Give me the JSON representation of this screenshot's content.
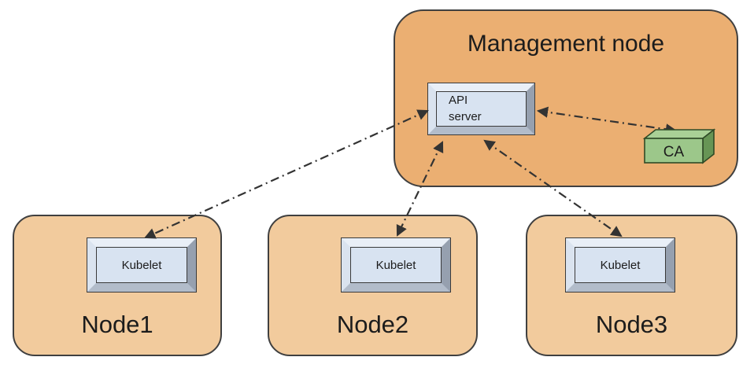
{
  "diagram": {
    "management_node": {
      "title": "Management node"
    },
    "api_server": {
      "label": "API\nserver"
    },
    "ca": {
      "label": "CA"
    },
    "nodes": [
      {
        "label": "Node1",
        "component": "Kubelet"
      },
      {
        "label": "Node2",
        "component": "Kubelet"
      },
      {
        "label": "Node3",
        "component": "Kubelet"
      }
    ],
    "connections": [
      {
        "from": "API server",
        "to": "Kubelet (Node1)",
        "style": "dash-dot",
        "bidirectional": true
      },
      {
        "from": "API server",
        "to": "Kubelet (Node2)",
        "style": "dash-dot",
        "bidirectional": true
      },
      {
        "from": "API server",
        "to": "Kubelet (Node3)",
        "style": "dash-dot",
        "bidirectional": true
      },
      {
        "from": "API server",
        "to": "CA",
        "style": "dash-dot",
        "bidirectional": true
      }
    ],
    "colors": {
      "background": "#FFFFFF",
      "management_fill": "#EBAF72",
      "worker_fill": "#F2CB9D",
      "outline": "#404040",
      "arrow": "#333333",
      "box_face": "#D8E3F1",
      "bevel_light": "#E9EFF7",
      "bevel_dark": "#96A0AF",
      "ca_front": "#9CC78A",
      "ca_top": "#A9D096",
      "ca_side": "#679555",
      "text": "#1c1c1c"
    }
  }
}
